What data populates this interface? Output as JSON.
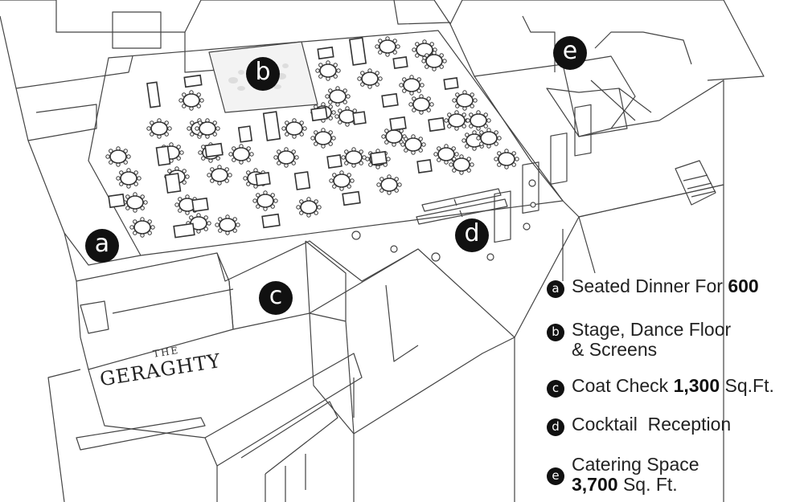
{
  "markers": {
    "a": "a",
    "b": "b",
    "c": "c",
    "d": "d",
    "e": "e"
  },
  "logo": {
    "the": "THE",
    "name": "GERAGHTY"
  },
  "legend": [
    {
      "key": "a",
      "text": "Seated Dinner For ",
      "bold": "600",
      "suffix": ""
    },
    {
      "key": "b",
      "text": "Stage, Dance Floor",
      "bold": "",
      "suffix": "",
      "line2": "& Screens"
    },
    {
      "key": "c",
      "text": "Coat Check ",
      "bold": "1,300",
      "suffix": " Sq.Ft."
    },
    {
      "key": "d",
      "text": "Cocktail  Reception",
      "bold": "",
      "suffix": ""
    },
    {
      "key": "e",
      "text": "Catering Space",
      "bold": "",
      "suffix": "",
      "line2_bold": "3,700",
      "line2_suffix": " Sq. Ft."
    }
  ],
  "colors": {
    "ink": "#333333",
    "marker": "#111111",
    "stage_floor": "#f2f2f2"
  }
}
